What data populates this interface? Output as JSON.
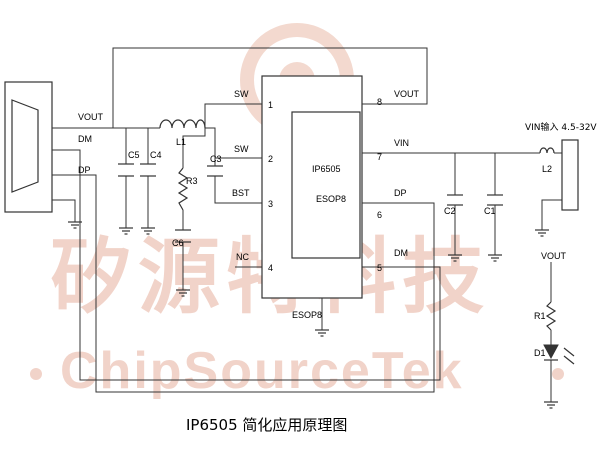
{
  "diagram": {
    "caption": "IP6505 简化应用原理图",
    "watermark": {
      "brand_cn": "矽源特科技",
      "brand_en": "ChipSourceTek"
    },
    "chip": {
      "name": "IP6505",
      "package_inner": "ESOP8",
      "package_outer": "ESOP8",
      "pins": [
        {
          "num": "1",
          "name": "SW"
        },
        {
          "num": "2",
          "name": "SW"
        },
        {
          "num": "3",
          "name": "BST"
        },
        {
          "num": "4",
          "name": "NC"
        },
        {
          "num": "5",
          "name": "DM"
        },
        {
          "num": "6",
          "name": "DP"
        },
        {
          "num": "7",
          "name": "VIN"
        },
        {
          "num": "8",
          "name": "VOUT"
        }
      ]
    },
    "usb": {
      "vout": "VOUT",
      "dm": "DM",
      "dp": "DP"
    },
    "components": {
      "l1": "L1",
      "l2": "L2",
      "c1": "C1",
      "c2": "C2",
      "c3": "C3",
      "c4": "C4",
      "c5": "C5",
      "c6": "C6",
      "r1": "R1",
      "r3": "R3",
      "d1": "D1"
    },
    "vin_label": "VIN输入 4.5-32V",
    "led_supply": "VOUT"
  }
}
